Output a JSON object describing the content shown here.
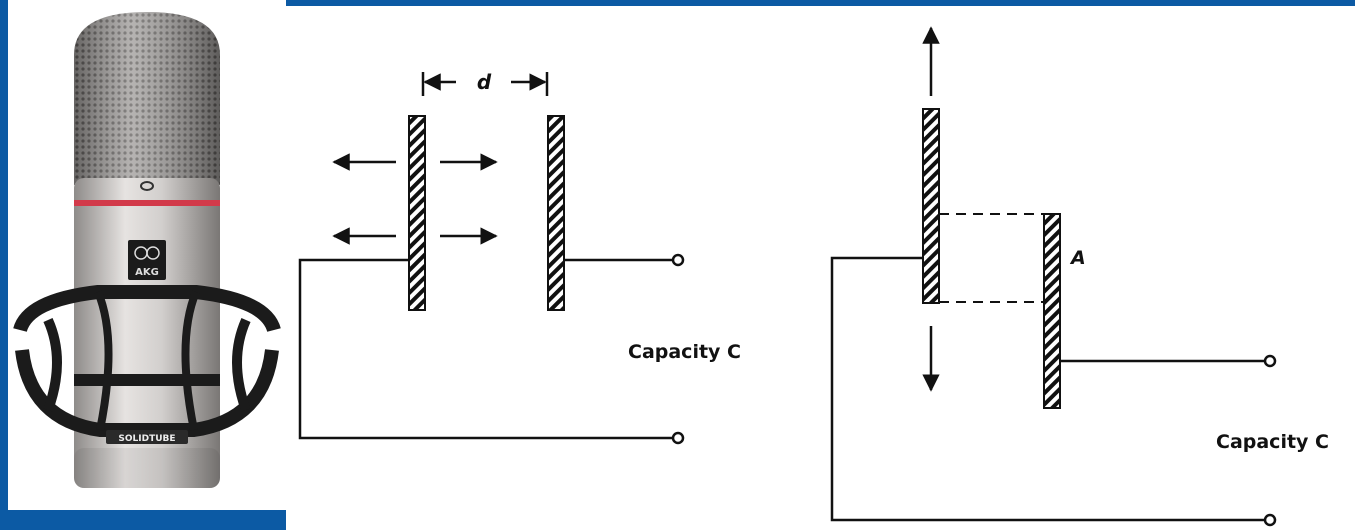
{
  "colors": {
    "background": "#0c5aa4",
    "panel": "#ffffff",
    "ink": "#111111",
    "mic_body": "#c7c4c2",
    "mic_ring": "#d23a4a",
    "shock_mount": "#1b1b1b"
  },
  "microphone": {
    "brand": "AKG",
    "badge": "SOLIDTUBE"
  },
  "diagram_left": {
    "distance_label": "d",
    "capacity_label": "Capacity C"
  },
  "diagram_right": {
    "area_label": "A",
    "capacity_label": "Capacity C"
  }
}
